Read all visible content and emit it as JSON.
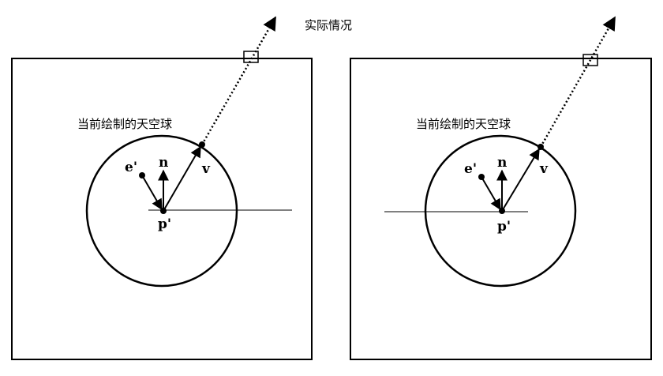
{
  "caption": "实际情况",
  "panels": [
    {
      "name": "left",
      "sky_label": "当前绘制的天空球",
      "labels": {
        "e": "e'",
        "n": "n",
        "v": "v",
        "p": "p'"
      }
    },
    {
      "name": "right",
      "sky_label": "当前绘制的天空球",
      "labels": {
        "e": "e'",
        "n": "n",
        "v": "v",
        "p": "p'"
      }
    }
  ],
  "colors": {
    "stroke": "#000000",
    "background": "#ffffff"
  }
}
